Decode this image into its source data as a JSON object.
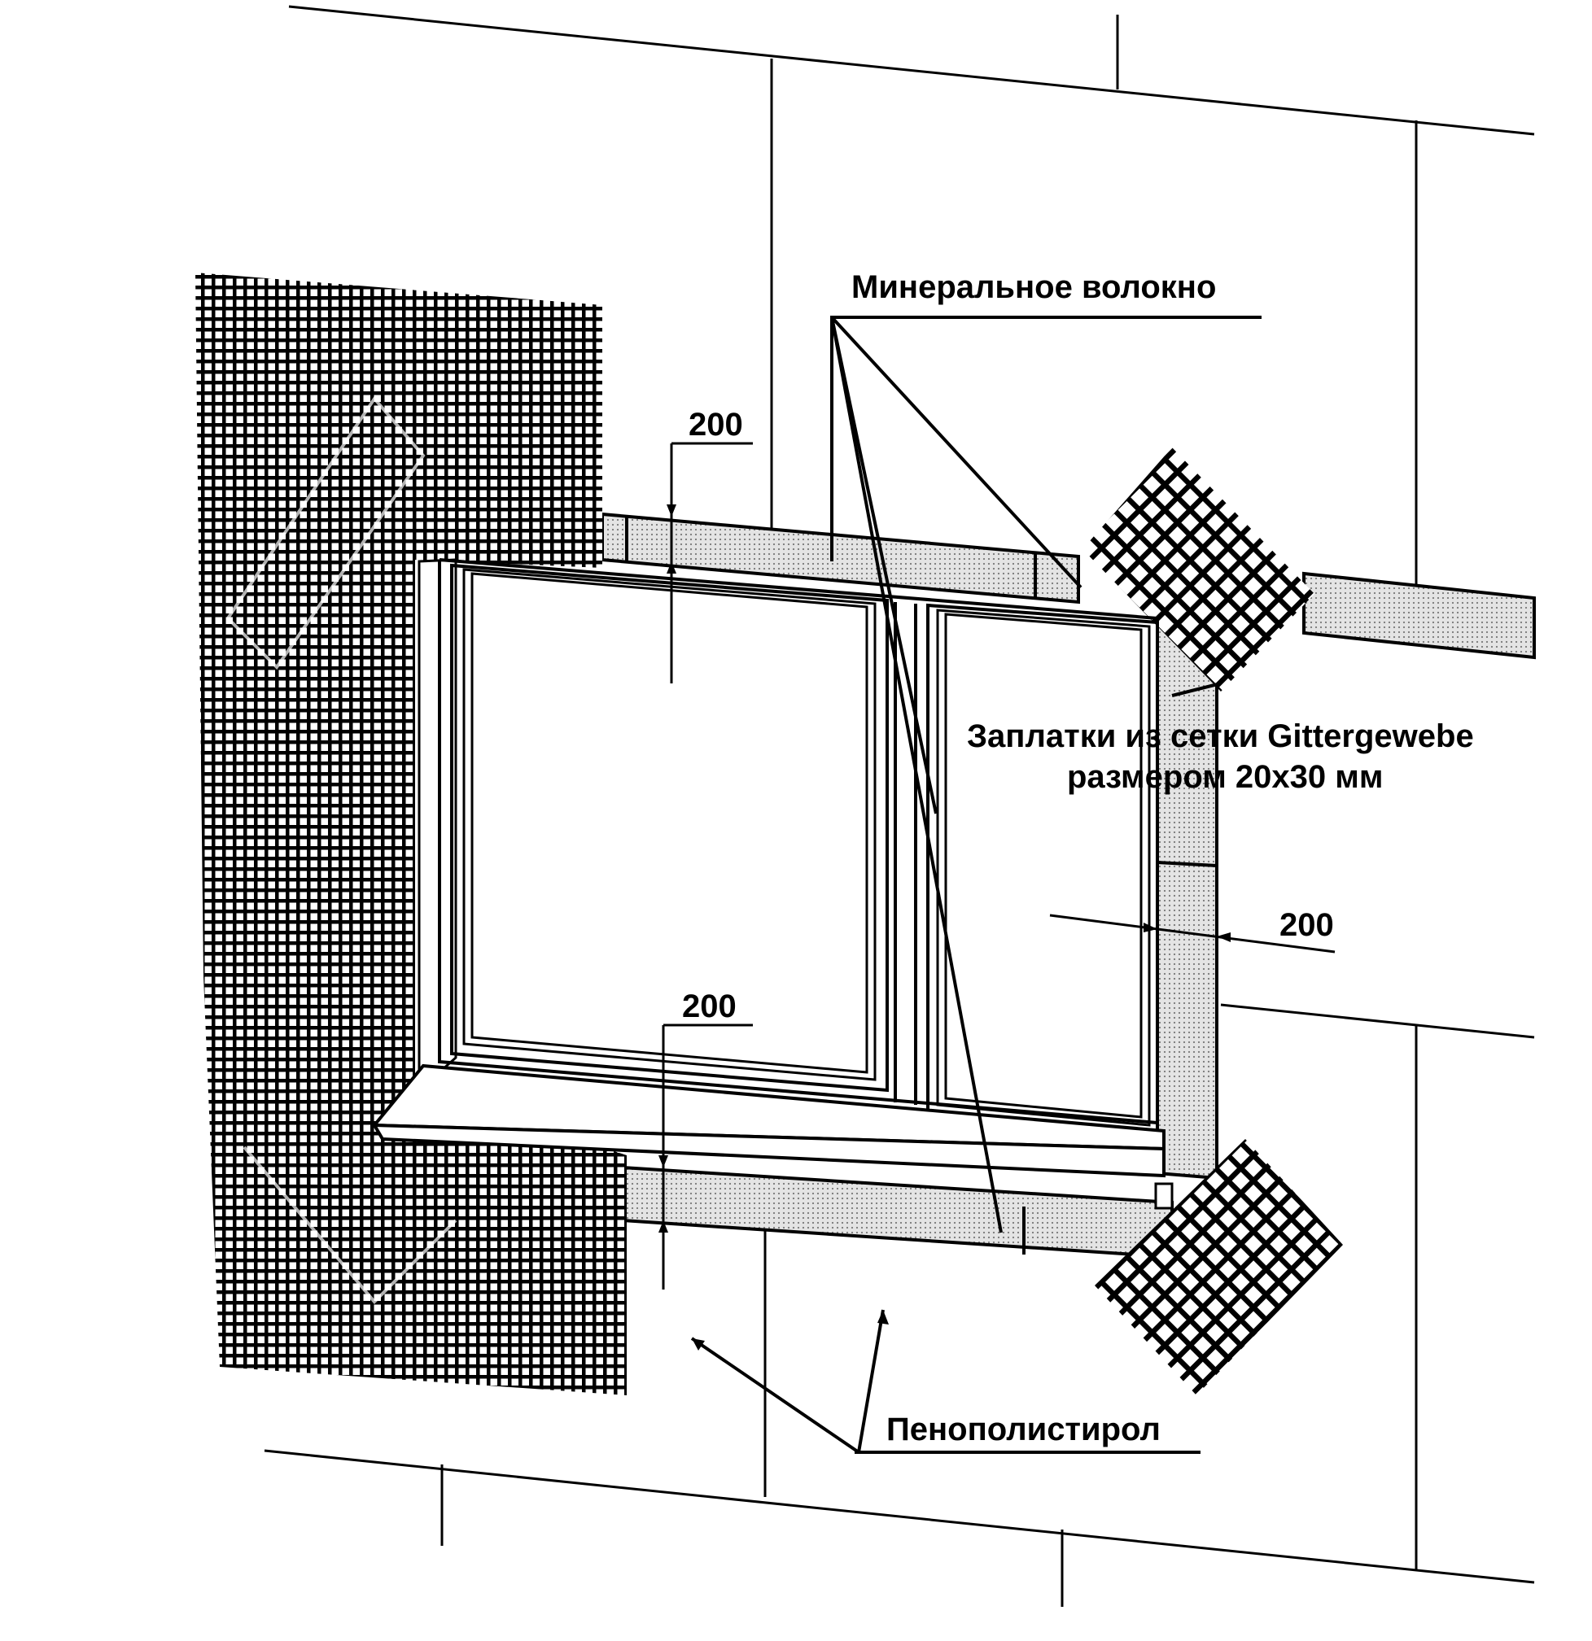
{
  "labels": {
    "mineral_fiber": "Минеральное волокно",
    "mesh_patches_line1": "Заплатки из сетки Gittergewebe",
    "mesh_patches_line2": "размером 20х30 мм",
    "polystyrene": "Пенополистирол"
  },
  "dimensions": {
    "top": "200",
    "right": "200",
    "bottom": "200"
  },
  "colors": {
    "ink": "#000000",
    "mineral_fill": "#d6d6d6",
    "background": "#ffffff"
  }
}
